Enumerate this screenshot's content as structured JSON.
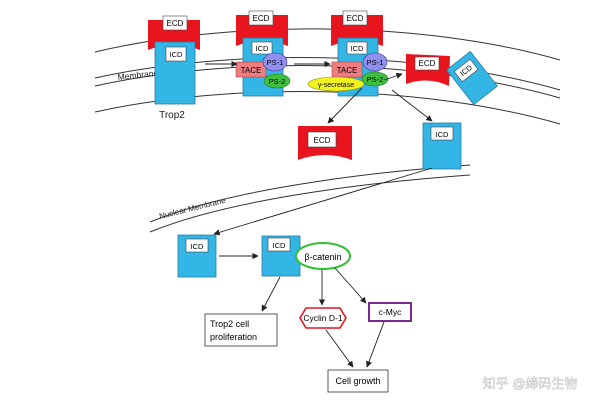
{
  "labels": {
    "membrane": "Membrane",
    "nuclear_membrane": "Nuclear Membrane",
    "trop2": "Trop2",
    "ecd": "ECD",
    "icd": "ICD",
    "tace": "TACE",
    "ps1": "PS-1",
    "ps2": "PS-2",
    "gamma_secretase": "γ-secretase",
    "beta_catenin": "β-catenin",
    "cyclin_d1": "Cyclin D-1",
    "cmyc": "c-Myc",
    "trop2_proliferation_line1": "Trop2 cell",
    "trop2_proliferation_line2": "proliferation",
    "cell_growth": "Cell growth"
  },
  "watermark": "知乎 @缔码生物",
  "colors": {
    "ecd_red": "#e8141e",
    "icd_blue": "#33b5e5",
    "tace_pink": "#ef7c7e",
    "ps_purple": "#8f8ff0",
    "ps2_green": "#3fbf3f",
    "gamma_yellow": "#f3f31d",
    "catenin_border": "#2fbf2f",
    "cyclin_border": "#e8141e",
    "cmyc_border": "#7a2b8f"
  }
}
